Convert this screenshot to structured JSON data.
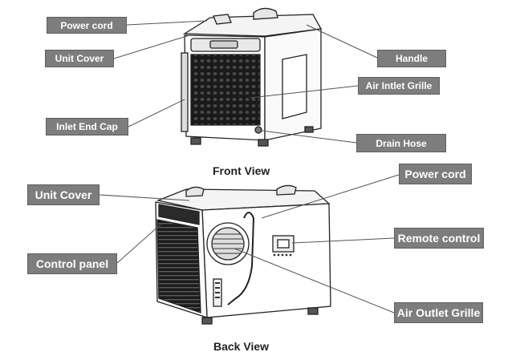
{
  "front_view": {
    "title": "Front View",
    "labels": {
      "power_cord": "Power cord",
      "unit_cover": "Unit Cover",
      "inlet_end_cap": "Inlet End Cap",
      "handle": "Handle",
      "air_inlet_grille": "Air Intlet Grille",
      "drain_hose": "Drain Hose"
    }
  },
  "back_view": {
    "title": "Back View",
    "labels": {
      "unit_cover": "Unit Cover",
      "control_panel": "Control panel",
      "power_cord": "Power cord",
      "remote_control": "Remote control",
      "air_outlet_grille": "Air Outlet Grille"
    }
  },
  "colors": {
    "label_bg": "#7d7d7d",
    "label_text": "#ffffff",
    "leader": "#555555",
    "outline": "#222222"
  }
}
